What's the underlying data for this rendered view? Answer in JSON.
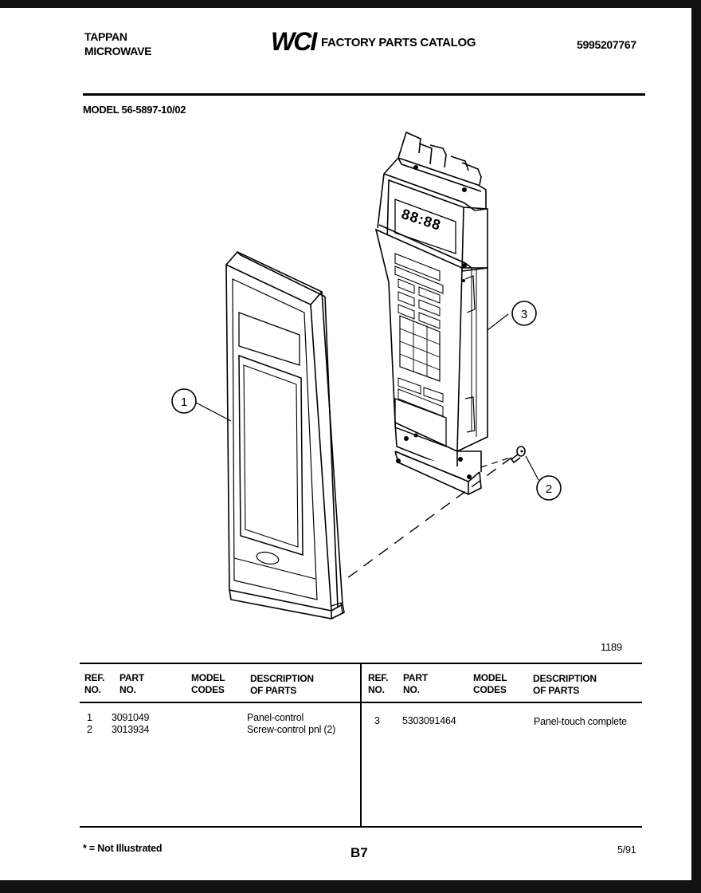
{
  "header": {
    "brand_line1": "TAPPAN",
    "brand_line2": "MICROWAVE",
    "logo": "WCI",
    "catalog_title": "FACTORY PARTS CATALOG",
    "catalog_number": "5995207767",
    "model_label": "MODEL 56-5897-10/02"
  },
  "diagram": {
    "figure_number": "1189",
    "display_digits": "88:88",
    "callouts": [
      "1",
      "2",
      "3"
    ]
  },
  "table": {
    "left": {
      "headers": {
        "ref": [
          "REF.",
          "NO."
        ],
        "part": [
          "PART",
          "NO."
        ],
        "model": [
          "MODEL",
          "CODES"
        ],
        "desc": [
          "DESCRIPTION",
          "OF PARTS"
        ]
      },
      "rows": [
        {
          "ref": "1",
          "part": "3091049",
          "model": "",
          "desc": "Panel-control"
        },
        {
          "ref": "2",
          "part": "3013934",
          "model": "",
          "desc": "Screw-control pnl (2)"
        }
      ]
    },
    "right": {
      "headers": {
        "ref": [
          "REF.",
          "NO."
        ],
        "part": [
          "PART",
          "NO."
        ],
        "model": [
          "MODEL",
          "CODES"
        ],
        "desc": [
          "DESCRIPTION",
          "OF PARTS"
        ]
      },
      "rows": [
        {
          "ref": "3",
          "part": "5303091464",
          "model": "",
          "desc": "Panel-touch complete"
        }
      ]
    }
  },
  "footer": {
    "note": "* = Not Illustrated",
    "page": "B7",
    "date": "5/91"
  }
}
